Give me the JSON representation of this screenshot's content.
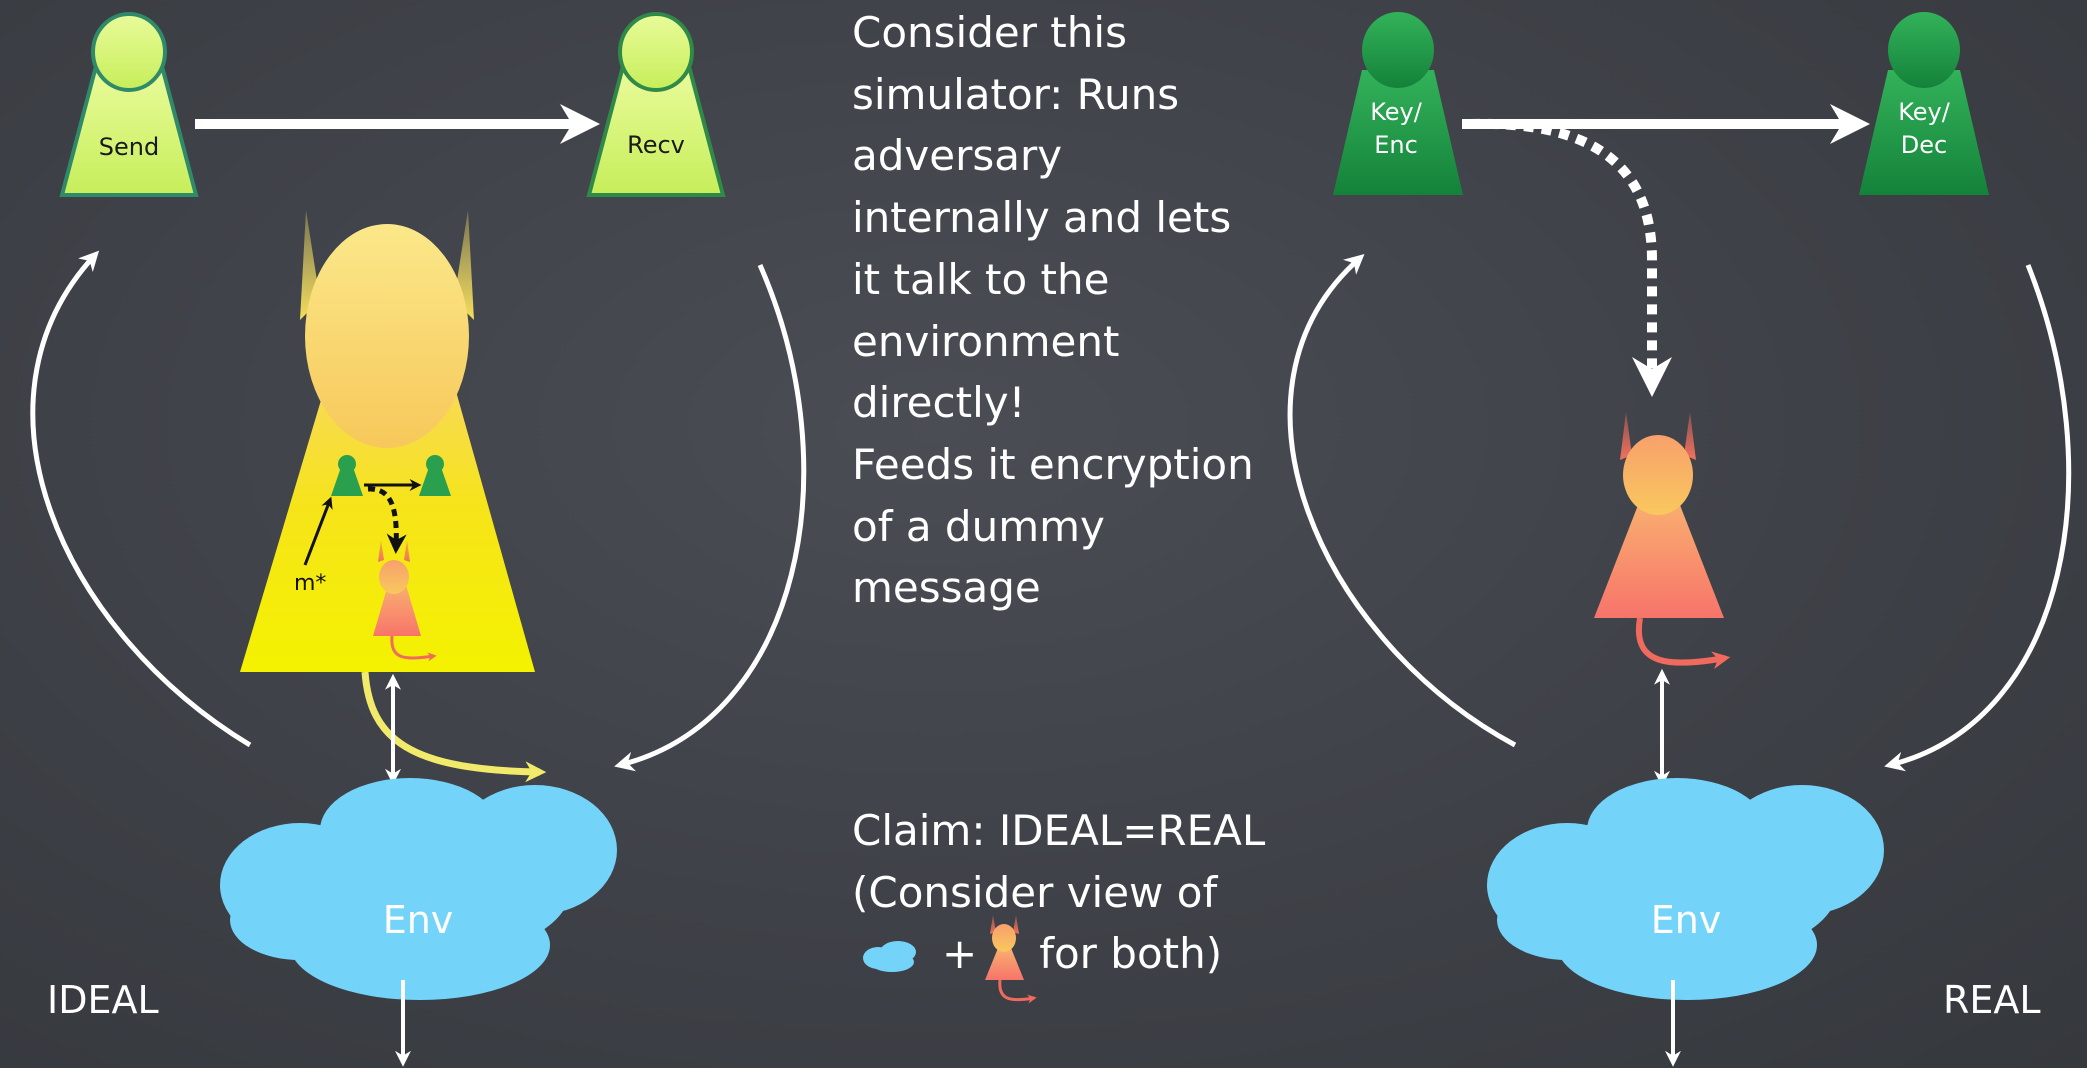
{
  "ideal": {
    "corner_label": "IDEAL",
    "sender_label": "Send",
    "receiver_label": "Recv",
    "env_label": "Env",
    "inner_input_label": "m*"
  },
  "real": {
    "corner_label": "REAL",
    "sender_label_1": "Key/",
    "sender_label_2": "Enc",
    "receiver_label_1": "Key/",
    "receiver_label_2": "Dec",
    "env_label": "Env"
  },
  "description": {
    "lines": [
      "Consider this",
      "simulator: Runs",
      "adversary",
      "internally and lets",
      "it talk to the",
      "environment",
      "directly!",
      "Feeds it encryption",
      "of a  dummy",
      "message"
    ]
  },
  "claim": {
    "line1": "Claim: IDEAL=REAL",
    "line2": "(Consider view of",
    "line3_plus": "+",
    "line3_suffix": "for both)"
  },
  "colors": {
    "background": "#3f4248",
    "ideal_party": "#d8f57a",
    "real_party": "#1f9a45",
    "simulator": "#f5e000",
    "adversary": "#f88a6a",
    "env_cloud": "#74d3f9",
    "arrow": "#ffffff",
    "yellow_arrow": "#f2ea6a"
  }
}
